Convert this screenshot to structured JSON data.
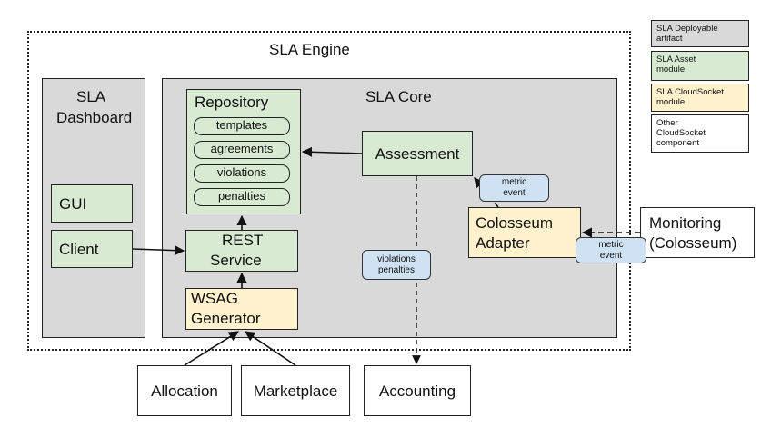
{
  "engine": {
    "title": "SLA Engine"
  },
  "dashboard": {
    "title_line1": "SLA",
    "title_line2": "Dashboard",
    "gui": "GUI",
    "client": "Client"
  },
  "core": {
    "title": "SLA Core"
  },
  "repository": {
    "title": "Repository",
    "items": [
      "templates",
      "agreements",
      "violations",
      "penalties"
    ]
  },
  "rest": {
    "line1": "REST",
    "line2": "Service"
  },
  "wsag": {
    "line1": "WSAG",
    "line2": "Generator"
  },
  "assessment": {
    "label": "Assessment"
  },
  "adapter": {
    "line1": "Colosseum",
    "line2": "Adapter"
  },
  "monitoring": {
    "line1": "Monitoring",
    "line2": "(Colosseum)"
  },
  "bubbles": {
    "metric_inner": {
      "line1": "metric",
      "line2": "event"
    },
    "metric_outer": {
      "line1": "metric",
      "line2": "event"
    },
    "violations": {
      "line1": "violations",
      "line2": "penalties"
    }
  },
  "external": {
    "allocation": "Allocation",
    "marketplace": "Marketplace",
    "accounting": "Accounting"
  },
  "legend": {
    "deployable": {
      "line1": "SLA Deployable",
      "line2": "artifact"
    },
    "asset": {
      "line1": "SLA Asset",
      "line2": "module"
    },
    "cloudsocket": {
      "line1": "SLA CloudSocket",
      "line2": "module"
    },
    "other": {
      "line1": "Other",
      "line2": "CloudSocket",
      "line3": "component"
    }
  },
  "colors": {
    "deployable": "#d9d9d9",
    "asset": "#d9ead3",
    "cloudsocket": "#fff2cc",
    "other": "#ffffff",
    "event": "#cfe2f3"
  }
}
